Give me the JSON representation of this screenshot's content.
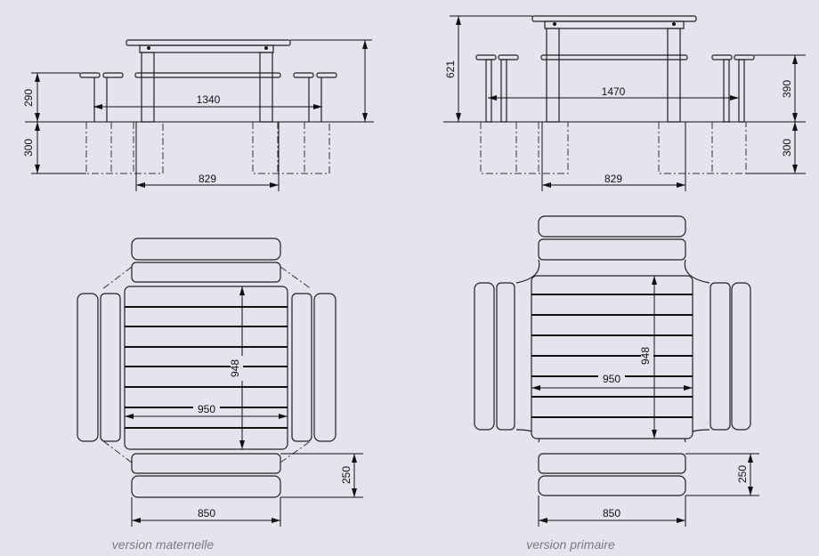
{
  "left": {
    "caption": "version maternelle",
    "elevation": {
      "seat_height": "290",
      "foundation_depth": "300",
      "seat_span": "1340",
      "foot_span": "829"
    },
    "plan": {
      "table_width": "950",
      "table_depth": "948",
      "bench_length": "850",
      "bench_depth": "250"
    }
  },
  "right": {
    "caption": "version primaire",
    "elevation": {
      "table_height": "621",
      "seat_height": "390",
      "foundation_depth": "300",
      "seat_span": "1470",
      "foot_span": "829"
    },
    "plan": {
      "table_width": "950",
      "table_depth": "948",
      "bench_length": "850",
      "bench_depth": "250"
    }
  },
  "colors": {
    "background": "#e4e4ee",
    "line": "#222222",
    "caption": "#7a7a86"
  }
}
